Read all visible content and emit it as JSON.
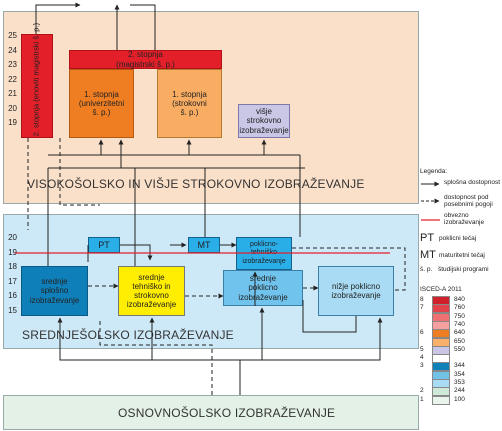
{
  "bands": {
    "higher_label": "VISOKOŠOLSKO IN VIŠJE STROKOVNO IZOBRAŽEVANJE",
    "secondary_label": "SREDNJEŠOLSKO IZOBRAŽEVANJE",
    "basic_label": "OSNOVNOŠOLSKO IZOBRAŽEVANJE"
  },
  "axis_higher": [
    "25",
    "24",
    "23",
    "22",
    "21",
    "20",
    "19"
  ],
  "axis_secondary": [
    "20",
    "19",
    "18",
    "17",
    "16",
    "15"
  ],
  "boxes": {
    "second_cycle_uniform": "2. stopnja (enoviti magistrski š. p.)",
    "second_cycle": "2. stopnja\n(magistrski š. p.)",
    "first_cycle_university": "1. stopnja\n(univerzitetni\nš. p.)",
    "first_cycle_professional": "1. stopnja\n(strokovni\nš. p.)",
    "higher_vocational": "višje\nstrokovno\nizobraževanje",
    "general_upper_secondary": "srednje\nsplošno\nizobraževanje",
    "technical_secondary": "srednje\ntehniško in\nstrokovno\nizobraževanje",
    "pt": "PT",
    "mt": "MT",
    "vocational_technical": "poklicno-\ntehniško\nizobraževanje",
    "secondary_vocational": "srednje\npoklicno\nizobraževanje",
    "short_vocational": "nižje poklicno\nizobraževanje"
  },
  "legend": {
    "title": "Legenda:",
    "general_access": "splošna dostopnost",
    "conditional_access": "dostopnost pod\nposebnimi pogoji",
    "compulsory": "obvezno\nizobraževanje",
    "pt_abbr": "PT",
    "pt_text": "poklicni tečaj",
    "mt_abbr": "MT",
    "mt_text": "maturitetni tečaj",
    "sp_abbr": "š. p.",
    "sp_text": "študijski programi",
    "isced_title": "ISCED-A 2011"
  },
  "isced": [
    {
      "level": "8",
      "code": "840",
      "color": "#d0202a"
    },
    {
      "level": "7",
      "code": "760",
      "color": "#e2434a"
    },
    {
      "level": "",
      "code": "750",
      "color": "#ee7070"
    },
    {
      "level": "",
      "code": "740",
      "color": "#f4a0a0"
    },
    {
      "level": "6",
      "code": "640",
      "color": "#ef7d22"
    },
    {
      "level": "",
      "code": "650",
      "color": "#f8b06a"
    },
    {
      "level": "5",
      "code": "550",
      "color": "#c9c6e6"
    },
    {
      "level": "4",
      "code": "",
      "color": "#ffffff"
    },
    {
      "level": "3",
      "code": "344",
      "color": "#1080b8"
    },
    {
      "level": "",
      "code": "354",
      "color": "#72c2e8"
    },
    {
      "level": "",
      "code": "353",
      "color": "#a9dcf4"
    },
    {
      "level": "2",
      "code": "244",
      "color": "#cfe9d8"
    },
    {
      "level": "1",
      "code": "100",
      "color": "#e9f5ec"
    }
  ],
  "colors": {
    "higher_band": "#fbe0c9",
    "secondary_band": "#cde9f8",
    "basic_band": "#e3f1e6",
    "red": "#e3202a",
    "orange": "#ef7d22",
    "light_orange": "#f8ad62",
    "lavender": "#c9c6e6",
    "blue": "#0f7fb9",
    "light_blue": "#6fc3ec",
    "yellow": "#ffee00"
  }
}
